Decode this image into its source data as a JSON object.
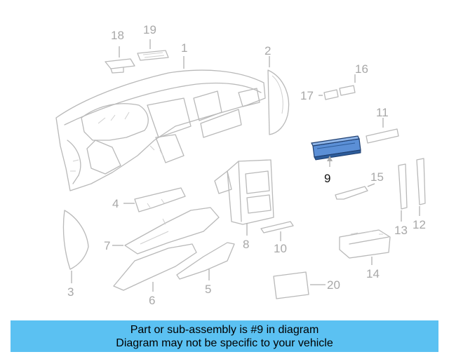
{
  "callouts": {
    "c1": "1",
    "c2": "2",
    "c3": "3",
    "c4": "4",
    "c5": "5",
    "c6": "6",
    "c7": "7",
    "c8": "8",
    "c9": "9",
    "c10": "10",
    "c11": "11",
    "c12": "12",
    "c13": "13",
    "c14": "14",
    "c15": "15",
    "c16": "16",
    "c17": "17",
    "c18": "18",
    "c19": "19",
    "c20": "20"
  },
  "highlighted_part": "9",
  "colors": {
    "highlight_fill": "#5b8fd6",
    "highlight_dark": "#2d5c9a",
    "banner": "#5bc1f2",
    "line_gray": "#b9b9b9"
  },
  "banner": {
    "line1": "Part or sub-assembly is #9 in diagram",
    "line2": "Diagram may not be specific to your vehicle"
  }
}
